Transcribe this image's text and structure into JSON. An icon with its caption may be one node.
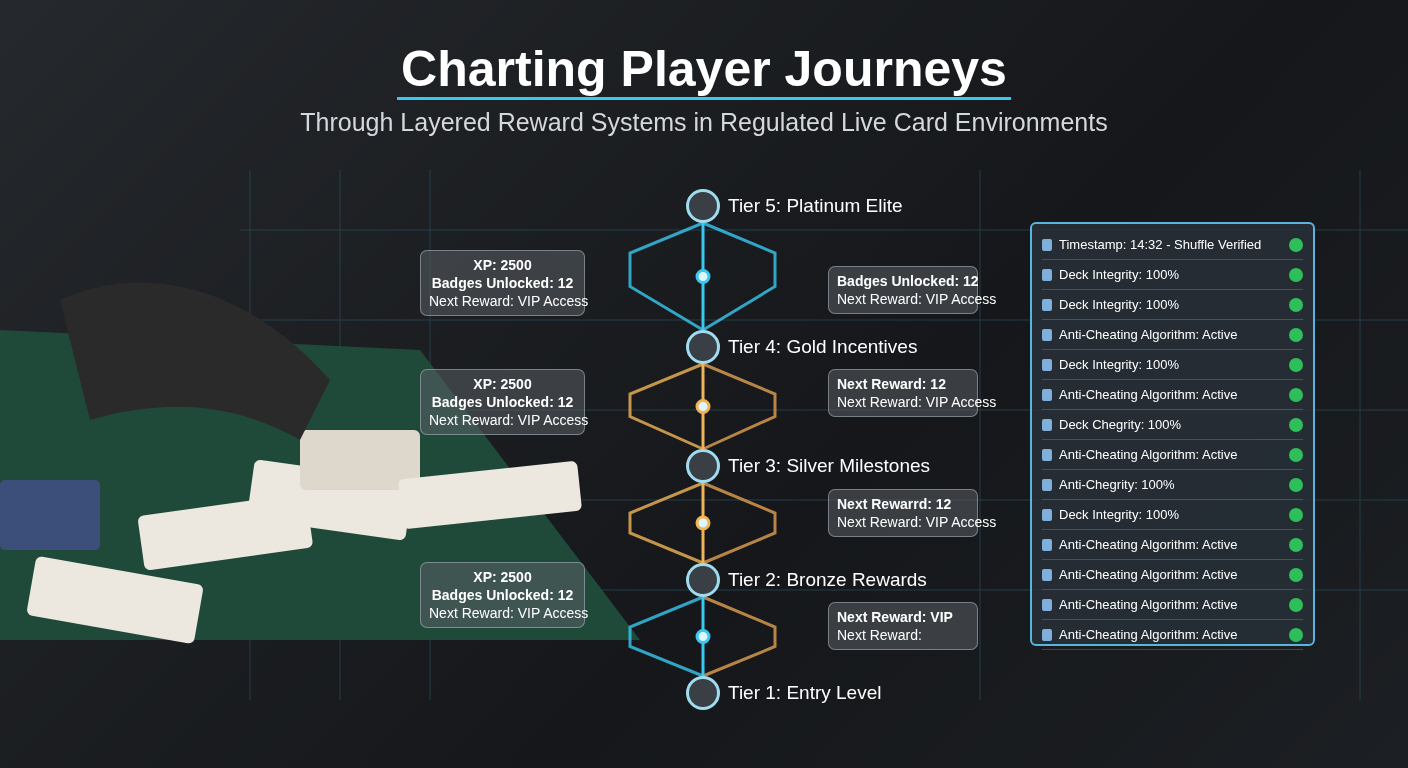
{
  "diagram": {
    "title": "Charting Player Journeys",
    "caption": "Through Layered Reward Systems in Regulated Live Card Environments",
    "nodes": [
      {
        "text": [
          "Tier 5: Platinum Elite"
        ]
      },
      {
        "text": [
          "XP: 2500",
          "Badges Unlocked: 12",
          "Next Reward: VIP Access"
        ]
      },
      {
        "text": [
          "Badges Unlocked: 12",
          "Next Reward: VIP Access"
        ]
      },
      {
        "text": [
          "Timestamp: 14:32 - Shuffle Verified",
          "Deck Integrity: 100%",
          "Deck Integrity: 100%",
          "Anti-Cheating Algorithm: Active",
          "Deck Integrity: 100%",
          "Anti-Cheating Algorithm: Active",
          "Deck Chegrity: 100%",
          "Anti-Cheating Algorithm: Active",
          "Anti-Chegrity: 100%",
          "Deck Integrity: 100%",
          "Anti-Cheating Algorithm: Active",
          "Anti-Cheating Algorithm: Active",
          "Anti-Cheating Algorithm: Active",
          "Anti-Cheating Algorithm: Active"
        ]
      },
      {
        "text": [
          "Tier 4: Gold Incentives"
        ]
      },
      {
        "text": [
          "XP: 2500",
          "Badges Unlocked: 12",
          "Next Reward: VIP Access"
        ]
      },
      {
        "text": [
          "Next Reward: 12",
          "Next Reward: VIP Access"
        ]
      },
      {
        "text": [
          "Tier 3: Silver Milestones"
        ]
      },
      {
        "text": [
          "Next Rewarrd: 12",
          "Next Reward: VIP Access"
        ]
      },
      {
        "text": [
          "Tier 2: Bronze Rewards"
        ]
      },
      {
        "text": [
          "XP: 2500",
          "Badges Unlocked: 12",
          "Next Reward: VIP Access"
        ]
      },
      {
        "text": [
          "Next Reward: VIP",
          "Next Reward:"
        ]
      },
      {
        "text": [
          "Tier 1: Entry Level"
        ]
      }
    ],
    "edges": [
      {
        "from": 0,
        "to": 4,
        "arrow": "none"
      },
      {
        "from": 4,
        "to": 7,
        "arrow": "none",
        "color": "#f0b456"
      },
      {
        "from": 7,
        "to": 9,
        "arrow": "none",
        "color": "#f0b456"
      },
      {
        "from": 9,
        "to": 12,
        "arrow": "none"
      }
    ]
  }
}
